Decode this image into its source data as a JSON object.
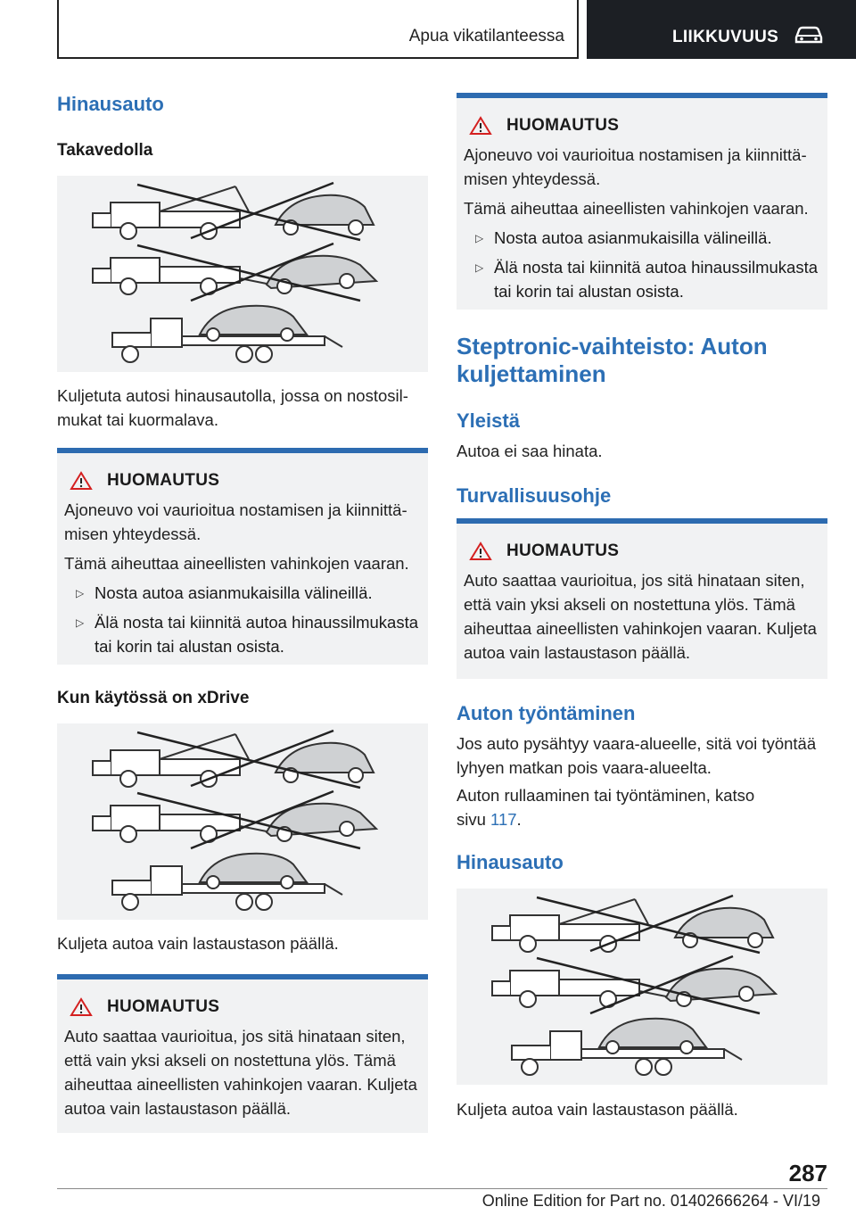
{
  "header": {
    "section": "Apua vikatilanteessa",
    "chapter": "LIIKKUVUUS",
    "chapter_icon": "car-icon"
  },
  "left": {
    "heading": "Hinausauto",
    "sub1": "Takavedolla",
    "caption1": "Kuljetuta autosi hinausautolla, jossa on nostosil­mukat tai kuormalava.",
    "notice1": {
      "title": "HUOMAUTUS",
      "p1": "Ajoneuvo voi vaurioitua nostamisen ja kiinnittä­misen yhteydessä.",
      "p2": "Tämä aiheuttaa aineellisten vahinkojen vaaran.",
      "items": [
        "Nosta autoa asianmukaisilla välineillä.",
        "Älä nosta tai kiinnitä autoa hinaussilmu­kasta tai korin tai alustan osista."
      ]
    },
    "sub2": "Kun käytössä on xDrive",
    "caption2": "Kuljeta autoa vain lastaustason päällä.",
    "notice2": {
      "title": "HUOMAUTUS",
      "p1": "Auto saattaa vaurioitua, jos sitä hinataan siten, että vain yksi akseli on nostettuna ylös. Tämä aiheuttaa aineellisten vahinkojen vaaran. Kuljeta autoa vain lastaustason päällä."
    }
  },
  "right": {
    "notice0": {
      "title": "HUOMAUTUS",
      "p1": "Ajoneuvo voi vaurioitua nostamisen ja kiinnittä­misen yhteydessä.",
      "p2": "Tämä aiheuttaa aineellisten vahinkojen vaaran.",
      "items": [
        "Nosta autoa asianmukaisilla välineillä.",
        "Älä nosta tai kiinnitä autoa hinaussilmu­kasta tai korin tai alustan osista."
      ]
    },
    "heading": "Steptronic-vaihteisto: Auton kuljettaminen",
    "sub_general": "Yleistä",
    "general_text": "Autoa ei saa hinata.",
    "sub_safety": "Turvallisuusohje",
    "notice_safety": {
      "title": "HUOMAUTUS",
      "p1": "Auto saattaa vaurioitua, jos sitä hinataan siten, että vain yksi akseli on nostettuna ylös. Tämä aiheuttaa aineellisten vahinkojen vaaran. Kuljeta autoa vain lastaustason päällä."
    },
    "sub_push": "Auton työntäminen",
    "push_text1": "Jos auto pysähtyy vaara-alueelle, sitä voi työntää lyhyen matkan pois vaara-alueelta.",
    "push_text2": "Auton rullaaminen tai työntäminen, katso",
    "push_text2b": "sivu",
    "push_page": "117",
    "push_dot": ".",
    "sub_tow": "Hinausauto",
    "caption_tow": "Kuljeta autoa vain lastaustason päällä."
  },
  "footer": {
    "page_number": "287",
    "edition": "Online Edition for Part no. 01402666264 - VI/19"
  }
}
